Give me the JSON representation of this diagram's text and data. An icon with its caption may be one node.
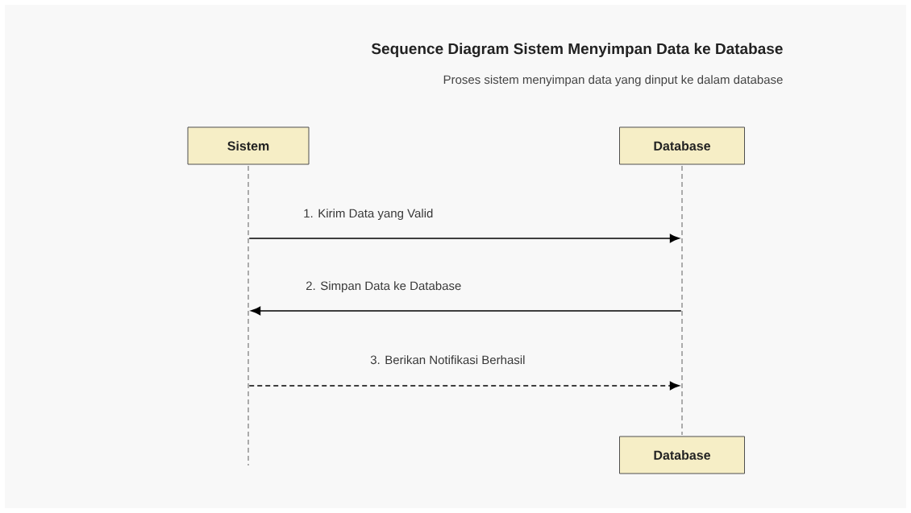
{
  "diagram": {
    "title": "Sequence Diagram Sistem Menyimpan Data ke Database",
    "nodes": [
      {
        "text": [
          "Sistem"
        ]
      },
      {
        "text": [
          "Database"
        ]
      },
      {
        "text": [
          "Database"
        ]
      },
      {
        "text": [],
        "shape": "line"
      },
      {
        "text": [],
        "shape": "line"
      }
    ],
    "edges": [
      {
        "from": 3,
        "to": 4,
        "arrow": "to",
        "label": "1. Kirim Data yang Valid"
      },
      {
        "from": 4,
        "to": 3,
        "arrow": "to",
        "label": "2. Simpan Data ke Database"
      },
      {
        "from": 3,
        "to": 4,
        "arrow": "to",
        "label": "3. Berikan Notifikasi Berhasil",
        "style": "dashed"
      }
    ],
    "labels": [
      "Proses sistem menyimpan data yang dinput ke dalam database"
    ]
  }
}
